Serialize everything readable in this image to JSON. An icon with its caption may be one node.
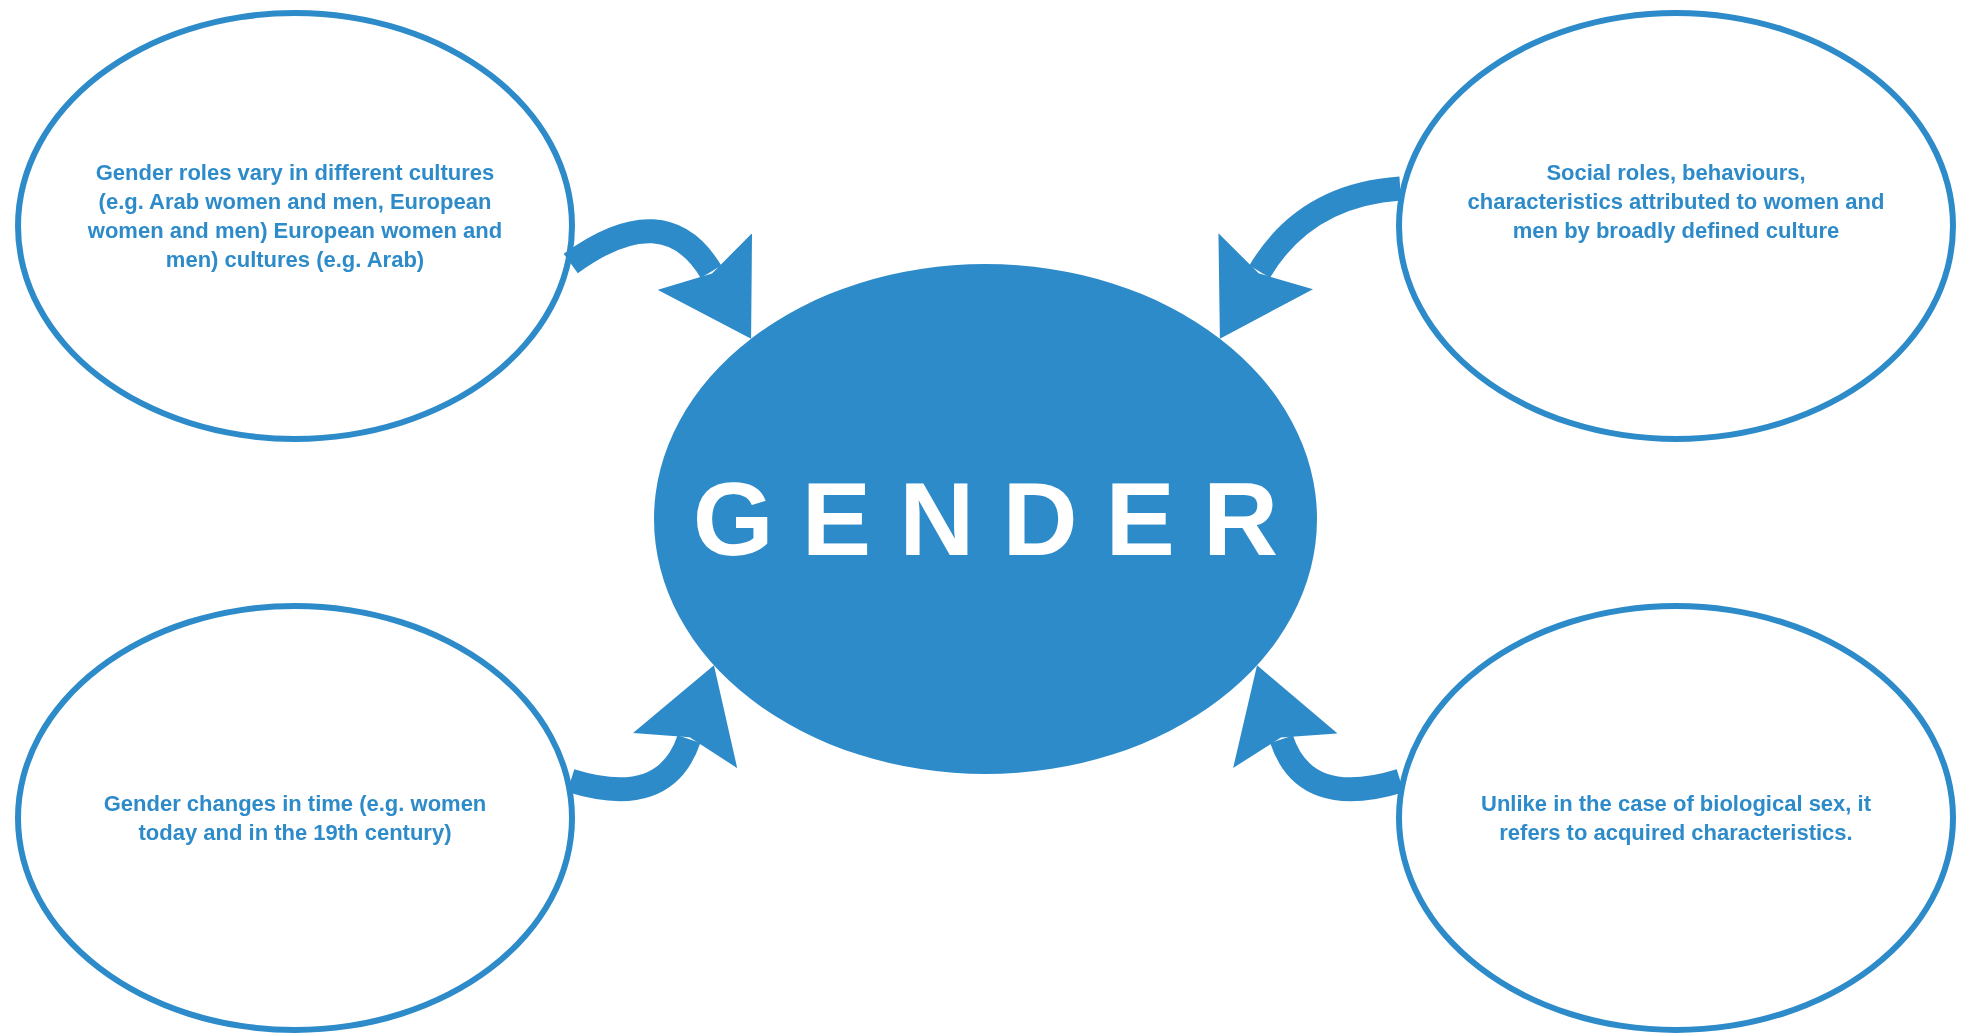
{
  "diagram": {
    "nodes": [
      {
        "text": [
          "Gender roles vary in different cultures (e.g. Arab women and men, European women and men) European women and men) cultures (e.g. Arab)"
        ]
      },
      {
        "text": [
          "Social roles, behaviours, characteristics attributed to women and men by broadly defined culture"
        ]
      },
      {
        "text": [
          "GENDER"
        ]
      },
      {
        "text": [
          "Gender changes in time (e.g. women today and in the 19th century)"
        ]
      },
      {
        "text": [
          "Unlike in the case of biological sex, it refers to acquired characteristics."
        ]
      }
    ],
    "edges": [
      {
        "from": 0,
        "to": 2,
        "arrow": "to"
      },
      {
        "from": 1,
        "to": 2,
        "arrow": "to"
      },
      {
        "from": 3,
        "to": 2,
        "arrow": "to"
      },
      {
        "from": 4,
        "to": 2,
        "arrow": "to"
      }
    ]
  }
}
